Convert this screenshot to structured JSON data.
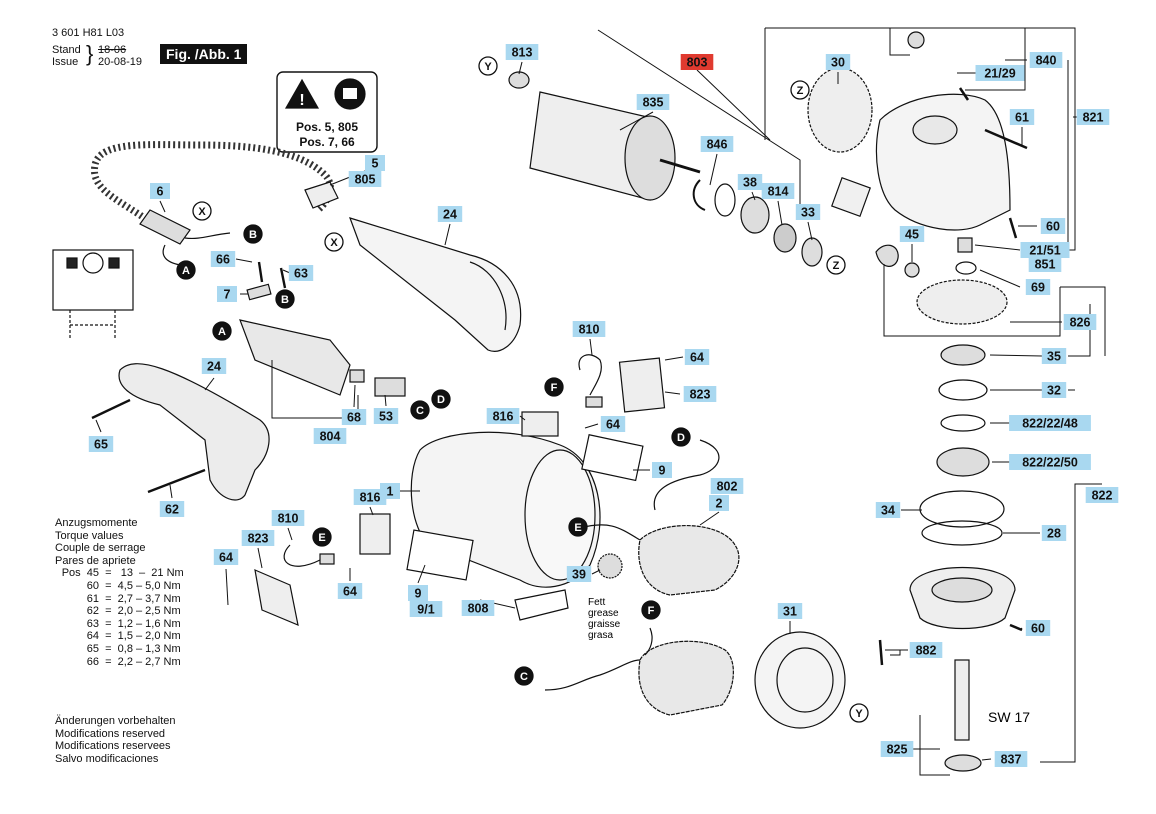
{
  "header": {
    "doc_number": "3 601 H81 L03",
    "stand_label": "Stand",
    "issue_label": "Issue",
    "old_date": "18-06",
    "new_date": "20-08-19",
    "figure_label": "Fig. /Abb. 1"
  },
  "warning_box": {
    "line1": "Pos. 5, 805",
    "line2": "Pos. 7, 66"
  },
  "torque": {
    "title_de": "Anzugsmomente",
    "title_en": "Torque values",
    "title_fr": "Couple de serrage",
    "title_es": "Pares de apriete",
    "rows": [
      {
        "pos": "Pos  45",
        "range": "=   13  –  21 Nm"
      },
      {
        "pos": "60",
        "range": "=  4,5 – 5,0 Nm"
      },
      {
        "pos": "61",
        "range": "=  2,7 – 3,7 Nm"
      },
      {
        "pos": "62",
        "range": "=  2,0 – 2,5 Nm"
      },
      {
        "pos": "63",
        "range": "=  1,2 – 1,6 Nm"
      },
      {
        "pos": "64",
        "range": "=  1,5 – 2,0 Nm"
      },
      {
        "pos": "65",
        "range": "=  0,8 – 1,3 Nm"
      },
      {
        "pos": "66",
        "range": "=  2,2 – 2,7 Nm"
      }
    ]
  },
  "modifications": {
    "de": "Änderungen vorbehalten",
    "en": "Modifications reserved",
    "fr": "Modifications reservees",
    "es": "Salvo modificaciones"
  },
  "grease_note": {
    "de": "Fett",
    "en": "grease",
    "fr": "graisse",
    "es": "grasa"
  },
  "sw_label": "SW 17",
  "part_labels": [
    {
      "id": "813",
      "text": "813"
    },
    {
      "id": "835",
      "text": "835"
    },
    {
      "id": "803",
      "text": "803"
    },
    {
      "id": "30",
      "text": "30"
    },
    {
      "id": "840",
      "text": "840"
    },
    {
      "id": "21-29",
      "text": "21/29"
    },
    {
      "id": "61",
      "text": "61"
    },
    {
      "id": "821",
      "text": "821"
    },
    {
      "id": "846",
      "text": "846"
    },
    {
      "id": "38",
      "text": "38"
    },
    {
      "id": "814",
      "text": "814"
    },
    {
      "id": "33",
      "text": "33"
    },
    {
      "id": "60-top",
      "text": "60"
    },
    {
      "id": "21-51",
      "text": "21/51"
    },
    {
      "id": "851",
      "text": "851"
    },
    {
      "id": "45",
      "text": "45"
    },
    {
      "id": "69",
      "text": "69"
    },
    {
      "id": "826",
      "text": "826"
    },
    {
      "id": "35",
      "text": "35"
    },
    {
      "id": "32",
      "text": "32"
    },
    {
      "id": "822-22-48",
      "text": "822/22/48"
    },
    {
      "id": "822-22-50",
      "text": "822/22/50"
    },
    {
      "id": "822",
      "text": "822"
    },
    {
      "id": "34",
      "text": "34"
    },
    {
      "id": "28",
      "text": "28"
    },
    {
      "id": "60-bottom",
      "text": "60"
    },
    {
      "id": "882",
      "text": "882"
    },
    {
      "id": "825",
      "text": "825"
    },
    {
      "id": "837",
      "text": "837"
    },
    {
      "id": "5",
      "text": "5"
    },
    {
      "id": "805",
      "text": "805"
    },
    {
      "id": "6",
      "text": "6"
    },
    {
      "id": "24-top",
      "text": "24"
    },
    {
      "id": "66",
      "text": "66"
    },
    {
      "id": "63",
      "text": "63"
    },
    {
      "id": "7",
      "text": "7"
    },
    {
      "id": "24-bottom",
      "text": "24"
    },
    {
      "id": "65",
      "text": "65"
    },
    {
      "id": "62",
      "text": "62"
    },
    {
      "id": "68",
      "text": "68"
    },
    {
      "id": "53",
      "text": "53"
    },
    {
      "id": "804",
      "text": "804"
    },
    {
      "id": "810-top",
      "text": "810"
    },
    {
      "id": "64-a",
      "text": "64"
    },
    {
      "id": "823-top",
      "text": "823"
    },
    {
      "id": "816-top",
      "text": "816"
    },
    {
      "id": "64-b",
      "text": "64"
    },
    {
      "id": "9-top",
      "text": "9"
    },
    {
      "id": "802",
      "text": "802"
    },
    {
      "id": "2",
      "text": "2"
    },
    {
      "id": "1",
      "text": "1"
    },
    {
      "id": "816-mid",
      "text": "816"
    },
    {
      "id": "810-mid",
      "text": "810"
    },
    {
      "id": "823-mid",
      "text": "823"
    },
    {
      "id": "64-c",
      "text": "64"
    },
    {
      "id": "64-d",
      "text": "64"
    },
    {
      "id": "9-mid",
      "text": "9"
    },
    {
      "id": "9-1",
      "text": "9/1"
    },
    {
      "id": "808",
      "text": "808"
    },
    {
      "id": "39",
      "text": "39"
    },
    {
      "id": "31",
      "text": "31"
    }
  ],
  "circle_markers": [
    {
      "id": "Y-top",
      "text": "Y",
      "style": "outline"
    },
    {
      "id": "Z-top",
      "text": "Z",
      "style": "outline"
    },
    {
      "id": "Z-mid",
      "text": "Z",
      "style": "outline"
    },
    {
      "id": "X-top",
      "text": "X",
      "style": "outline"
    },
    {
      "id": "X-handle",
      "text": "X",
      "style": "outline"
    },
    {
      "id": "Y-bottom",
      "text": "Y",
      "style": "outline"
    },
    {
      "id": "B-top",
      "text": "B",
      "style": "filled"
    },
    {
      "id": "A-top",
      "text": "A",
      "style": "filled"
    },
    {
      "id": "B-mid",
      "text": "B",
      "style": "filled"
    },
    {
      "id": "A-mid",
      "text": "A",
      "style": "filled"
    },
    {
      "id": "C-top",
      "text": "C",
      "style": "filled"
    },
    {
      "id": "D-top",
      "text": "D",
      "style": "filled"
    },
    {
      "id": "F-top",
      "text": "F",
      "style": "filled"
    },
    {
      "id": "D-mid",
      "text": "D",
      "style": "filled"
    },
    {
      "id": "E-right",
      "text": "E",
      "style": "filled"
    },
    {
      "id": "E-left",
      "text": "E",
      "style": "filled"
    },
    {
      "id": "F-bottom",
      "text": "F",
      "style": "filled"
    },
    {
      "id": "C-bottom",
      "text": "C",
      "style": "filled"
    }
  ],
  "colors": {
    "label_fill": "#a9d8f0",
    "highlight_fill": "#e03a2f",
    "line": "#111111"
  }
}
